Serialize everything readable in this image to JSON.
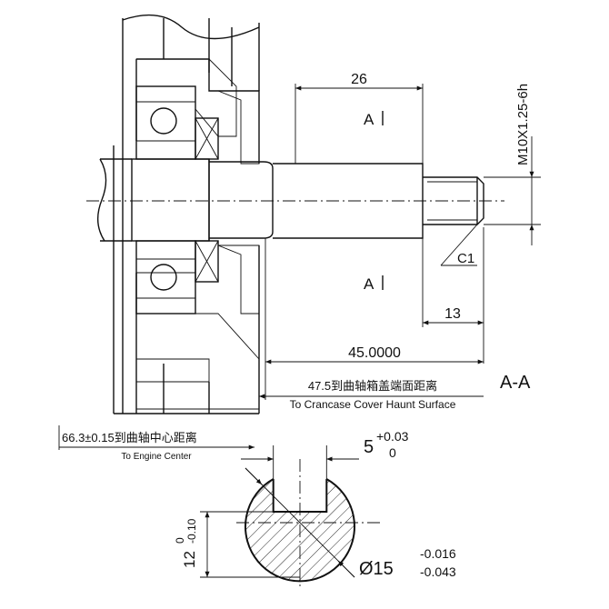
{
  "dimensions": {
    "thread_len": "26",
    "thread_spec": "M10X1.25-6h",
    "step_len": "13",
    "shaft_len": "45.0000",
    "cover_dist_cn": "47.5到曲轴箱盖端面距离",
    "cover_dist_en": "To Crancase Cover Haunt Surface",
    "center_dist_cn": "66.3±0.15到曲轴中心距离",
    "center_dist_en": "To Engine Center",
    "chamfer": "C1",
    "key_width_base": "5",
    "key_width_upper": "+0.03",
    "key_width_lower": "0",
    "key_depth_base": "12",
    "key_depth_upper": "0",
    "key_depth_lower": "-0.10",
    "dia_base": "Ø15",
    "dia_upper": "-0.016",
    "dia_lower": "-0.043"
  },
  "labels": {
    "section_mark_top": "A",
    "section_mark_bottom": "A",
    "section_title": "A-A"
  }
}
